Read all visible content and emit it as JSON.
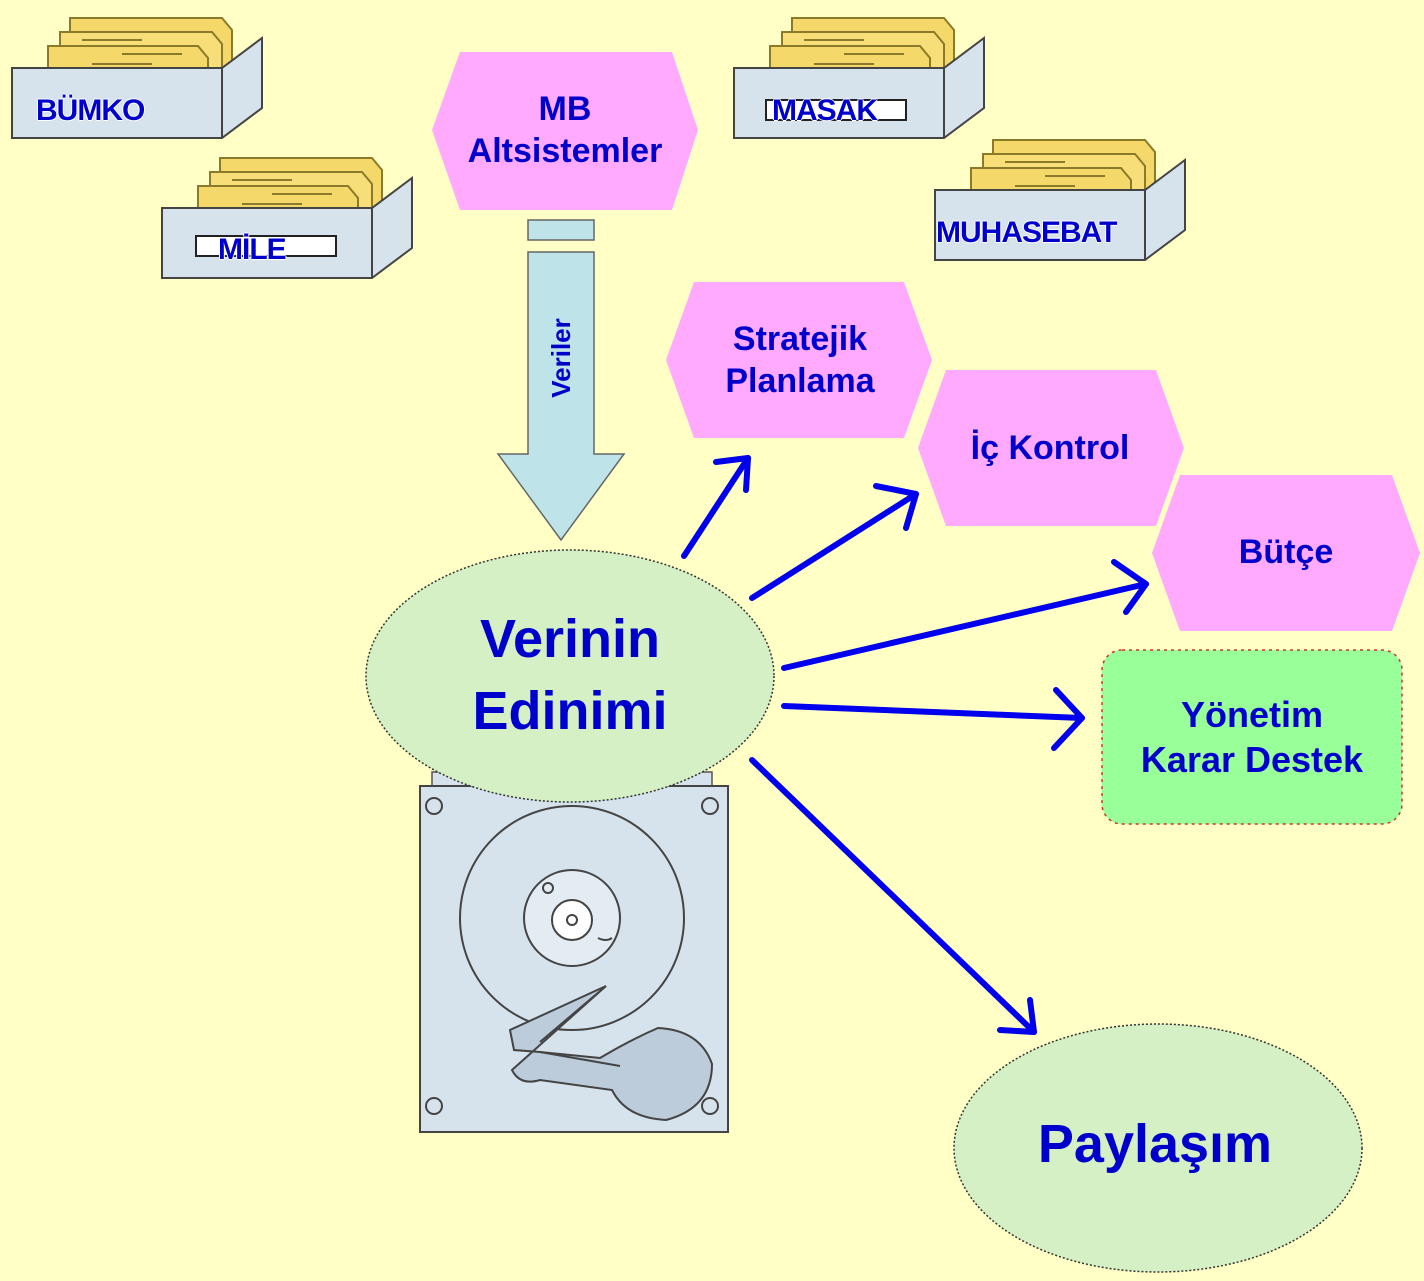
{
  "cabinets": {
    "bumko": "BÜMKO",
    "mile": "MİLE",
    "masak": "MASAK",
    "muhasebat": "MUHASEBAT"
  },
  "nodes": {
    "mb": "MB\nAltsistemler",
    "stratejik": "Stratejik\nPlanlama",
    "ic_kontrol": "İç Kontrol",
    "butce": "Bütçe",
    "yonetim": "Yönetim\nKarar Destek",
    "verinin": "Verinin\nEdinimi",
    "paylasim": "Paylaşım"
  },
  "arrow_label": "Veriler",
  "colors": {
    "background": "#FFFFC6",
    "hexagon_fill": "#FFAAFF",
    "ellipse_fill": "#D6F0C6",
    "rect_fill": "#99FF99",
    "arrow_blue": "#0000EE",
    "text_blue": "#0000CC",
    "big_arrow_fill": "#BEE3E8",
    "folder_yellow": "#F5D86A",
    "cabinet_body": "#D6E2EC"
  },
  "icons": [
    "file-cabinet-icon",
    "hard-disk-icon",
    "down-arrow-icon"
  ]
}
